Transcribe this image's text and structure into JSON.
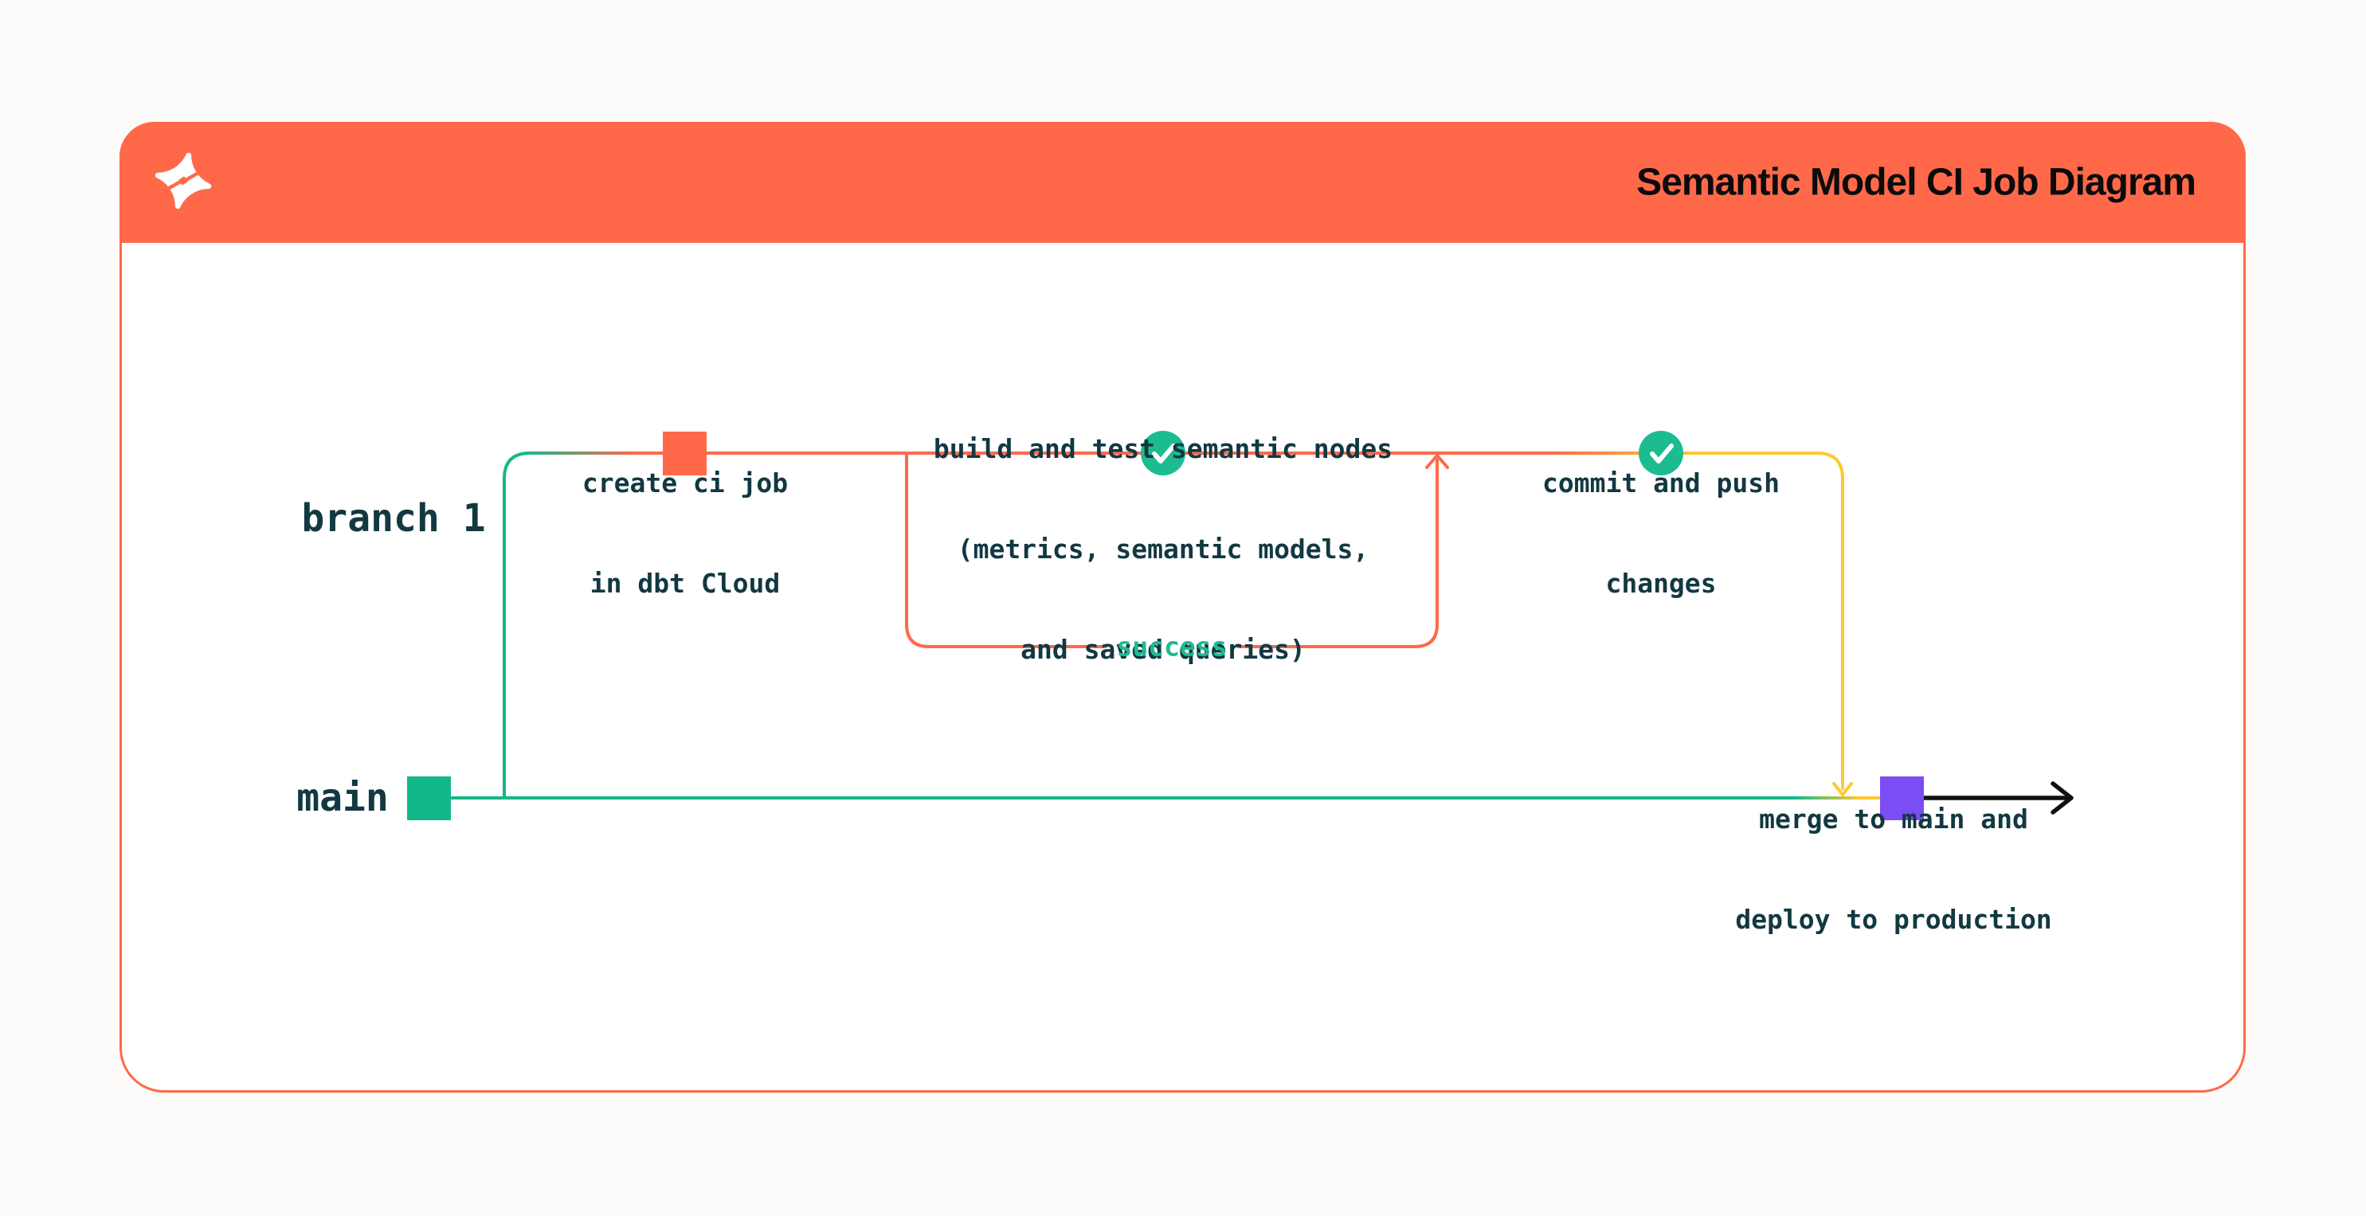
{
  "header": {
    "title": "Semantic Model CI Job Diagram",
    "logo": "dbt-logo"
  },
  "branches": {
    "feature_label": "branch 1",
    "main_label": "main"
  },
  "nodes": {
    "create_ci": {
      "marker": "commit-square-orange",
      "lines": [
        "create ci job",
        "in dbt Cloud"
      ]
    },
    "build_test": {
      "marker": "check-circle-green",
      "lines": [
        "build and test semantic nodes",
        "(metrics, semantic models,",
        "and saved queries)"
      ],
      "loop_label": "success"
    },
    "commit_push": {
      "marker": "check-circle-green",
      "lines": [
        "commit and push",
        "changes"
      ]
    },
    "merge_deploy": {
      "marker": "commit-square-purple",
      "lines": [
        "merge to main and",
        "deploy to production"
      ]
    }
  },
  "colors": {
    "coral": "#FF694A",
    "green": "#13B88A",
    "green_bright": "#1DBC90",
    "yellow": "#FFC933",
    "purple": "#7C4CF4",
    "ink": "#123842",
    "title": "#0B0B0B",
    "card_bg": "#FFFFFF",
    "page_bg": "#FCFBF9",
    "arrow_black": "#111111"
  }
}
